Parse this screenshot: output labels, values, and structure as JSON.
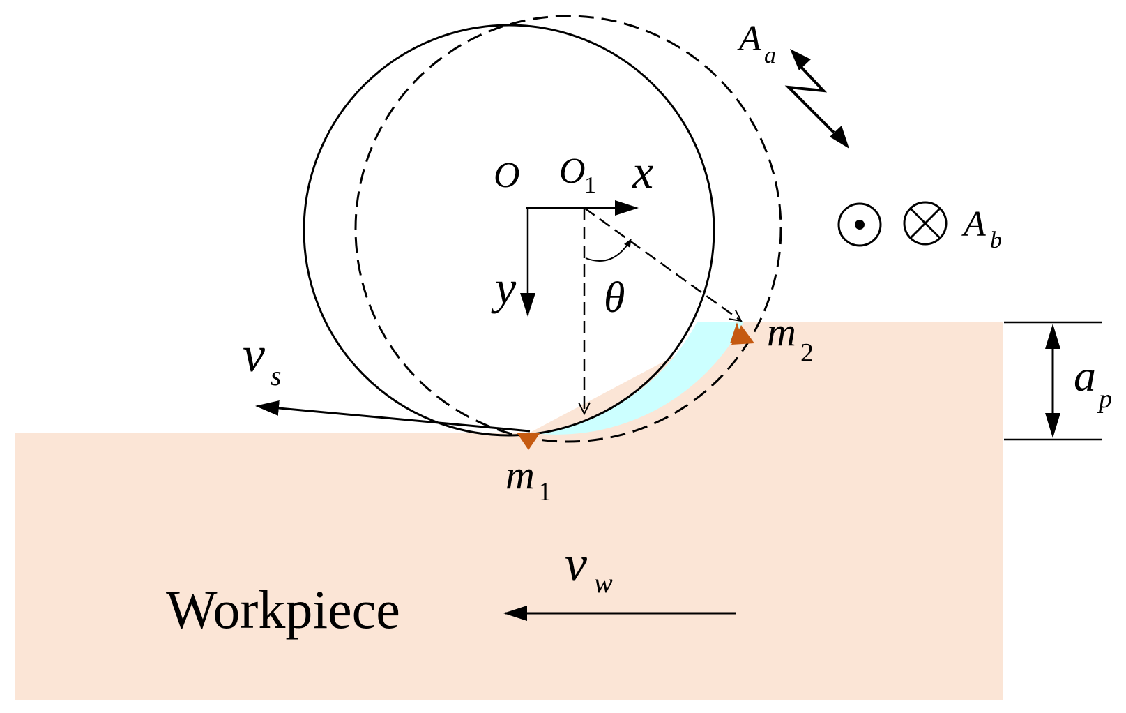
{
  "colors": {
    "workpiece_fill": "#FBE5D6",
    "contact_zone_fill": "#CCFFFF",
    "marker_fill": "#C55A11",
    "line": "#000000",
    "background": "#FFFFFF"
  },
  "labels": {
    "workpiece": "Workpiece",
    "origin": "O",
    "origin1_base": "O",
    "origin1_sub": "1",
    "x_axis": "x",
    "y_axis": "y",
    "theta": "θ",
    "vs_base": "v",
    "vs_sub": "s",
    "vw_base": "v",
    "vw_sub": "w",
    "m1_base": "m",
    "m1_sub": "1",
    "m2_base": "m",
    "m2_sub": "2",
    "ap_base": "a",
    "ap_sub": "p",
    "Aa_base": "A",
    "Aa_sub": "a",
    "Ab_base": "A",
    "Ab_sub": "b"
  },
  "icons": {
    "out_of_plane": "dot-circle-icon",
    "into_plane": "cross-circle-icon",
    "vibration": "zigzag-double-arrow-icon"
  }
}
